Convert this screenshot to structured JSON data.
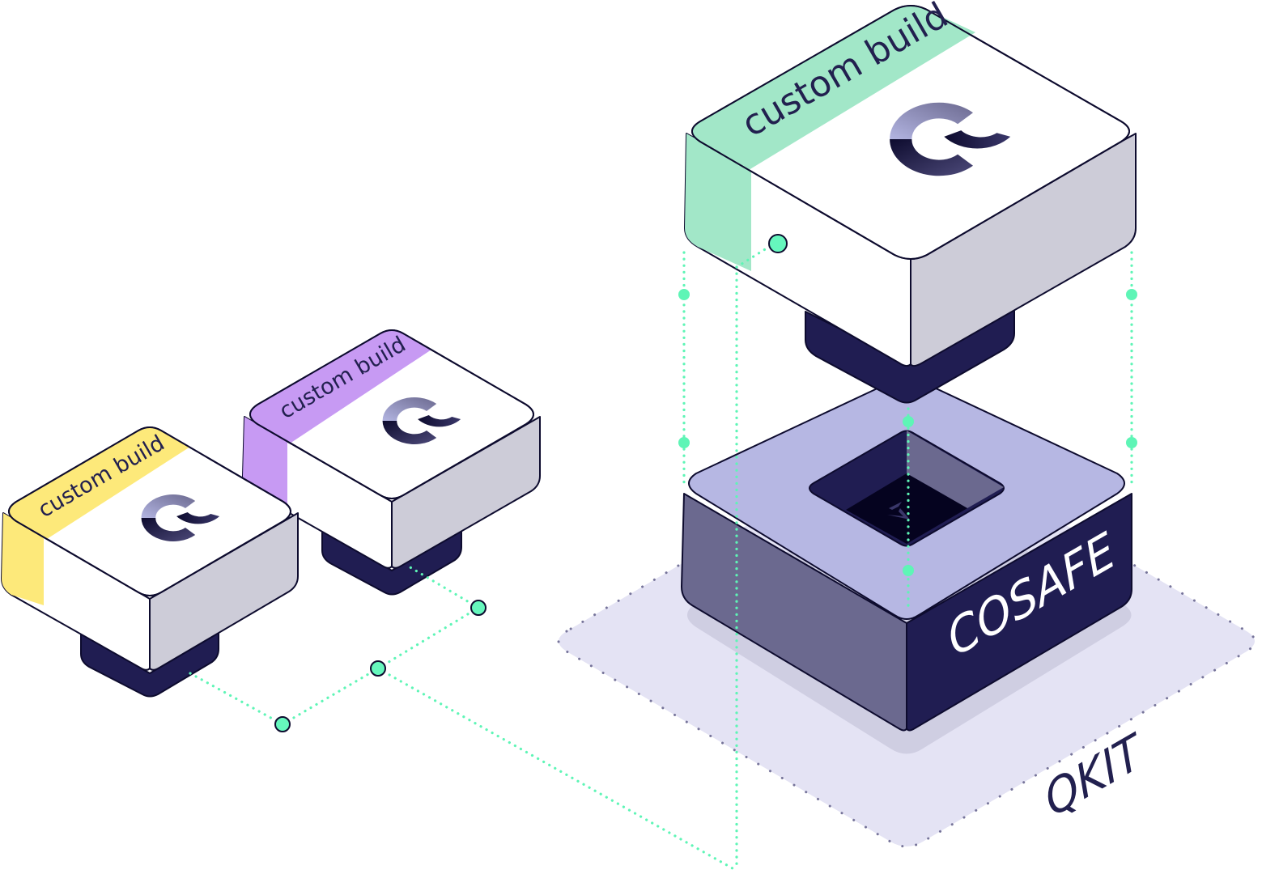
{
  "colors": {
    "navy": "#201d52",
    "navy_dark": "#0d0b2e",
    "lavender": "#b6b7e3",
    "slate": "#6b698f",
    "platform": "#e4e3f4",
    "side_grey": "#cdccd8",
    "green_accent": "#a2e7c8",
    "purple_accent": "#c79af3",
    "yellow_accent": "#fde97a",
    "connector": "#5ef5b6"
  },
  "modules": [
    {
      "id": "module-green",
      "label": "custom build",
      "accent": "green",
      "icon": "cosafe-logo-icon"
    },
    {
      "id": "module-purple",
      "label": "custom build",
      "accent": "purple",
      "icon": "cosafe-logo-icon"
    },
    {
      "id": "module-yellow",
      "label": "custom build",
      "accent": "yellow",
      "icon": "cosafe-logo-icon"
    }
  ],
  "base": {
    "label": "COSAFE",
    "slot_icon": "arrow-logo-icon"
  },
  "platform": {
    "label": "QKIT"
  }
}
